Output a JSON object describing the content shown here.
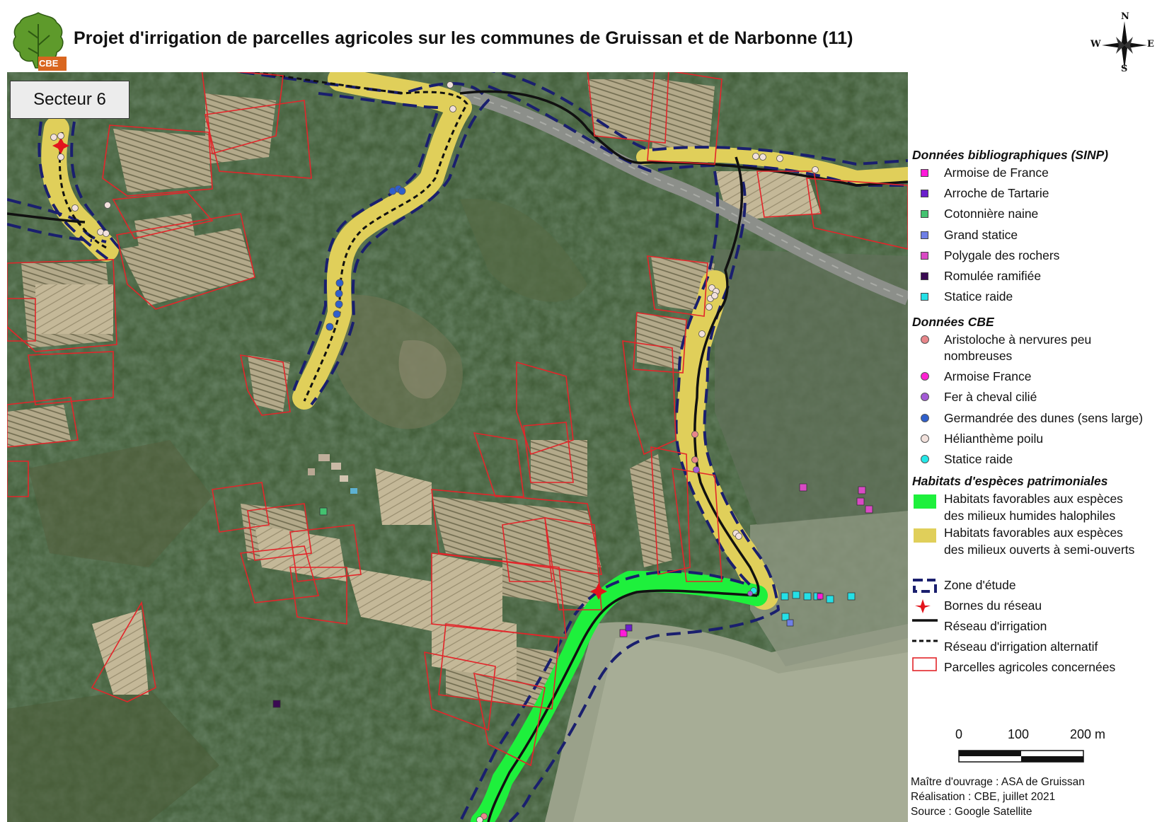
{
  "header": {
    "title": "Projet d'irrigation de parcelles agricoles sur les communes de Gruissan et de Narbonne (11)",
    "logo_text": "CBE"
  },
  "compass": {
    "n": "N",
    "s": "S",
    "e": "E",
    "w": "W"
  },
  "map": {
    "sector_label": "Secteur 6"
  },
  "legend": {
    "biblio": {
      "title": "Données bibliographiques (SINP)",
      "items": [
        {
          "label": "Armoise de France",
          "color": "#ff1ad9"
        },
        {
          "label": "Arroche de Tartarie",
          "color": "#6a1fcc"
        },
        {
          "label": "Cotonnière naine",
          "color": "#44c270"
        },
        {
          "label": "Grand statice",
          "color": "#6f7fe6"
        },
        {
          "label": "Polygale des rochers",
          "color": "#d94ac4"
        },
        {
          "label": "Romulée ramifiée",
          "color": "#3a0a52"
        },
        {
          "label": "Statice raide",
          "color": "#24e0e6"
        }
      ]
    },
    "cbe": {
      "title": "Données CBE",
      "items": [
        {
          "label": "Aristoloche à nervures peu",
          "label2": "nombreuses",
          "color": "#e8868a"
        },
        {
          "label": "Armoise France",
          "color": "#ff22d2"
        },
        {
          "label": "Fer à cheval cilié",
          "color": "#a45bd6"
        },
        {
          "label": "Germandrée des dunes (sens large)",
          "color": "#2f5fcc"
        },
        {
          "label": "Hélianthème poilu",
          "color": "#f2e1dc"
        },
        {
          "label": "Statice raide",
          "color": "#23e8e8"
        }
      ]
    },
    "habitats": {
      "title": "Habitats d'espèces patrimoniales",
      "items": [
        {
          "label": "Habitats favorables aux espèces",
          "label2": "des milieux humides halophiles",
          "color": "#1ef03c"
        },
        {
          "label": "Habitats favorables aux espèces",
          "label2": "des milieux ouverts à semi-ouverts",
          "color": "#e0cf5a"
        }
      ]
    },
    "other": {
      "zone": "Zone d'étude",
      "bornes": "Bornes du réseau",
      "reseau": "Réseau d'irrigation",
      "reseau_alt": "Réseau d'irrigation alternatif",
      "parcelles": "Parcelles agricoles concernées"
    }
  },
  "scale": {
    "l0": "0",
    "l100": "100",
    "l200": "200 m"
  },
  "credits": {
    "line1": "Maître d'ouvrage : ASA de Gruissan",
    "line2": "Réalisation : CBE, juillet 2021",
    "line3": "Source : Google Satellite"
  },
  "colors": {
    "zone": "#1a1f6e",
    "parcel": "#e3252a",
    "yellow_habitat": "#e0cf5a",
    "green_habitat": "#1ef03c",
    "borne": "#e3141c"
  }
}
